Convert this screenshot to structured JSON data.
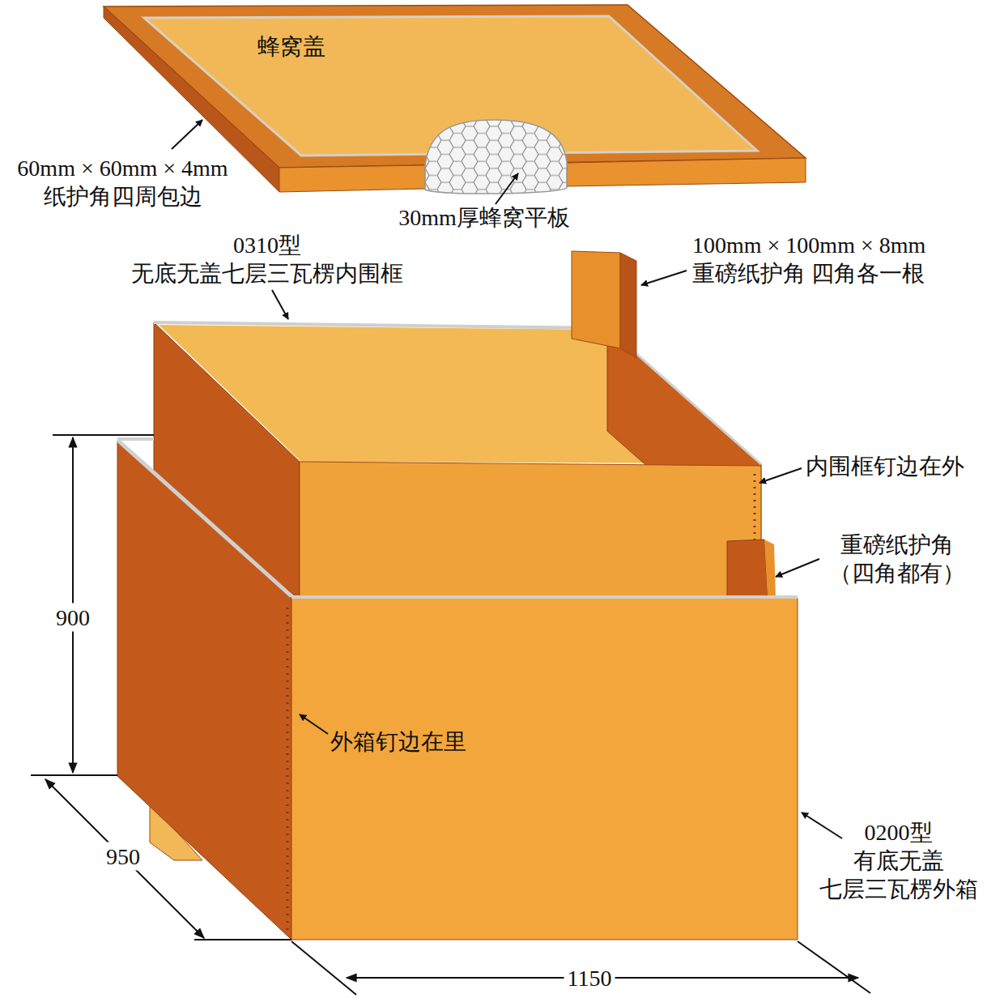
{
  "diagram": {
    "labels": [
      "蜂窝盖",
      "60mm × 60mm × 4mm 纸护角四周包边",
      "30mm厚蜂窝平板",
      "0310型 无底无盖七层三瓦楞内围框",
      "100mm × 100mm × 8mm 重磅纸护角 四角各一根",
      "内围框钉边在外",
      "重磅纸护角 （四角都有）",
      "900",
      "外箱钉边在里",
      "950",
      "0200型 有底无盖 七层三瓦楞外箱",
      "1150"
    ]
  }
}
